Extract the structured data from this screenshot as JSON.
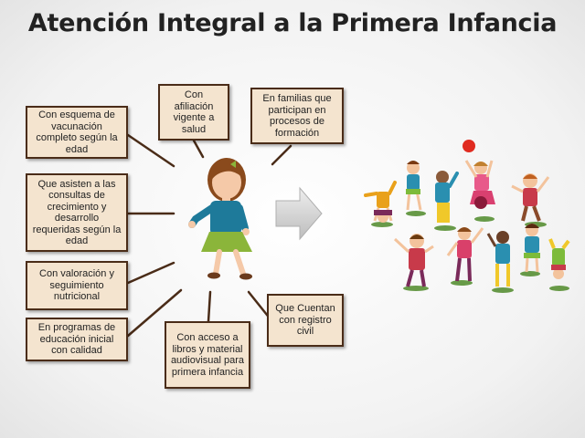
{
  "title": "Atención Integral a la Primera Infancia",
  "boxes": {
    "vacunacion": "Con esquema de vacunación completo según la edad",
    "crecimiento": "Que asisten a las consultas de crecimiento y desarrollo requeridas según la edad",
    "nutricional": "Con valoración y seguimiento nutricional",
    "educacion": "En programas de educación inicial con calidad",
    "afiliacion": "Con afiliación vigente a salud",
    "familias": "En familias que participan en procesos de formación",
    "libros": "Con acceso a libros y material audiovisual para primera infancia",
    "registro": "Que Cuentan con registro civil"
  },
  "colors": {
    "box_fill": "#f4e4cf",
    "box_border": "#4a2c18",
    "connector": "#4a2c18",
    "arrow": "#cfcfcf"
  }
}
